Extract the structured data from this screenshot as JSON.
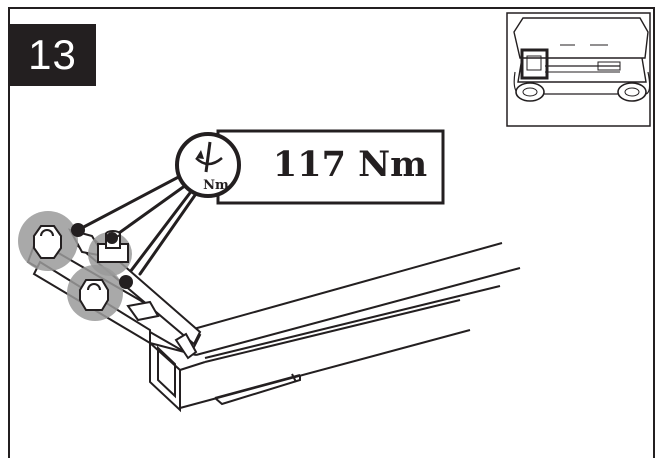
{
  "step": {
    "number": "13"
  },
  "torque_callout": {
    "value": "117 Nm",
    "icon_unit": "Nm",
    "icon": "torque-wrench-icon"
  },
  "locator_thumbnail": {
    "icon": "vehicle-rear-view-icon"
  },
  "colors": {
    "ink": "#231f20",
    "highlight": "#9a9a9a",
    "paper": "#ffffff"
  }
}
